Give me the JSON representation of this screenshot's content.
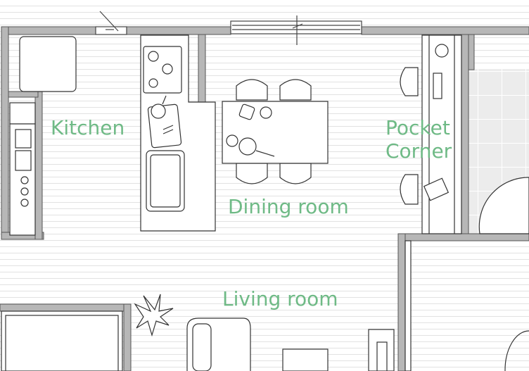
{
  "rooms": {
    "kitchen": "Kitchen",
    "dining": "Dining room",
    "living": "Living room",
    "pocket_corner_line1": "Pocket",
    "pocket_corner_line2": "Corner"
  },
  "colors": {
    "label": "#6fba86",
    "wall": "#b7b7b7",
    "floor_line": "#e2e2e2",
    "tile": "#ececec",
    "outline": "#3a3a3a"
  }
}
